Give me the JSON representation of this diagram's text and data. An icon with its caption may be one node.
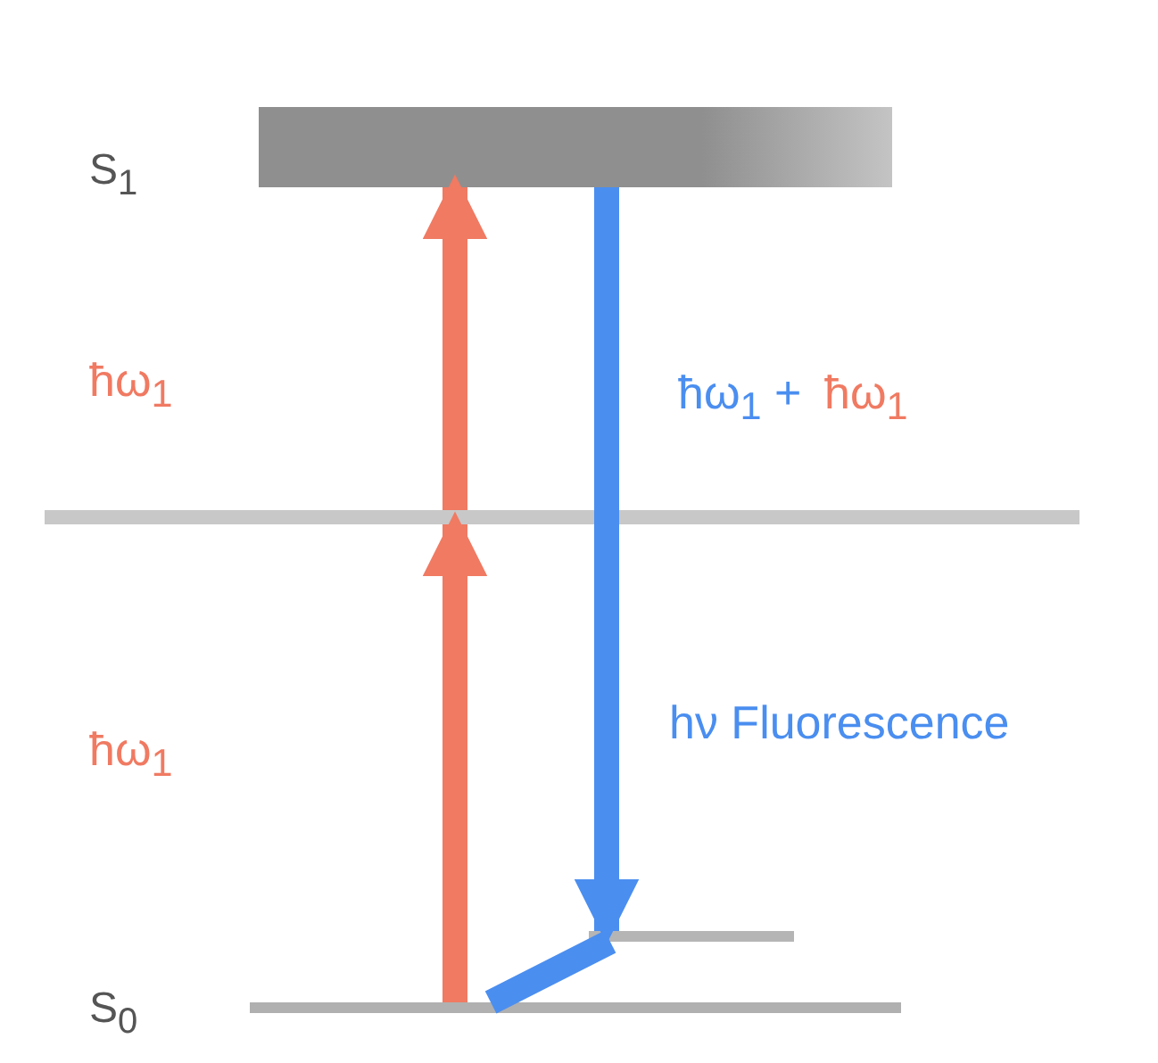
{
  "diagram": {
    "nodes": [
      {
        "text": [
          "S$_{1}$"
        ]
      },
      {
        "text": [],
        "shape": "bar"
      },
      {
        "text": [],
        "shape": "bar"
      },
      {
        "text": [
          "S$_{0}$"
        ]
      }
    ],
    "edges": [
      {
        "from": 3,
        "to": 1,
        "arrow": "to",
        "color": "#f07a62"
      },
      {
        "from": 1,
        "to": 0,
        "arrow": "to",
        "color": "#f07a62"
      },
      {
        "from": 0,
        "to": 2,
        "arrow": "to",
        "color": "#4a8ef0"
      },
      {
        "from": 2,
        "to": 3,
        "arrow": "none",
        "color": "#4a8ef0"
      }
    ],
    "labels": [
      "ħω$_{1}$",
      "ħω$_{1}$ +",
      "ħω$_{1}$",
      "ħω$_{1}$",
      "hν Fluorescence"
    ]
  }
}
